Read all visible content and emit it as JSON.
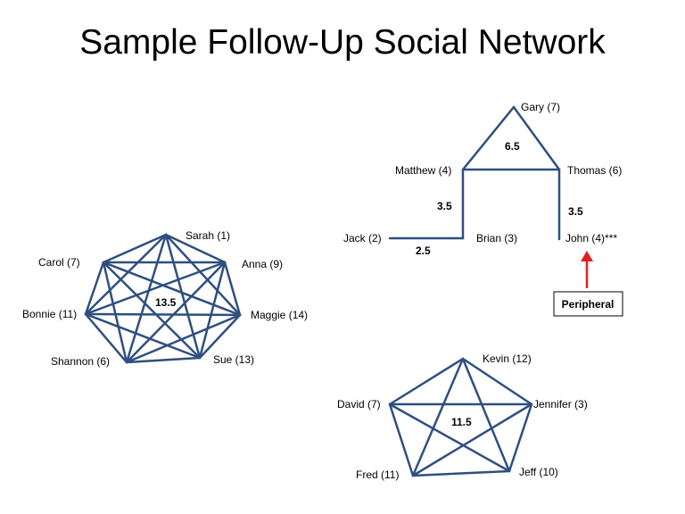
{
  "title": "Sample Follow-Up Social Network",
  "colors": {
    "edge": "#2f4f7f",
    "arrow": "#e02020"
  },
  "hexagon": {
    "weight": "13.5",
    "nodes": {
      "sarah": "Sarah (1)",
      "carol": "Carol (7)",
      "anna": "Anna (9)",
      "bonnie": "Bonnie (11)",
      "maggie": "Maggie (14)",
      "shannon": "Shannon (6)",
      "sue": "Sue (13)"
    }
  },
  "chain": {
    "nodes": {
      "gary": "Gary (7)",
      "matthew": "Matthew (4)",
      "thomas": "Thomas (6)",
      "jack": "Jack (2)",
      "brian": "Brian (3)",
      "john": "John (4)***"
    },
    "weights": {
      "triangle": "6.5",
      "matthew_brian": "3.5",
      "thomas_john": "3.5",
      "jack_brian": "2.5"
    },
    "callout": "Peripheral"
  },
  "pentagon": {
    "weight": "11.5",
    "nodes": {
      "kevin": "Kevin (12)",
      "david": "David (7)",
      "jennifer": "Jennifer (3)",
      "fred": "Fred (11)",
      "jeff": "Jeff (10)"
    }
  }
}
